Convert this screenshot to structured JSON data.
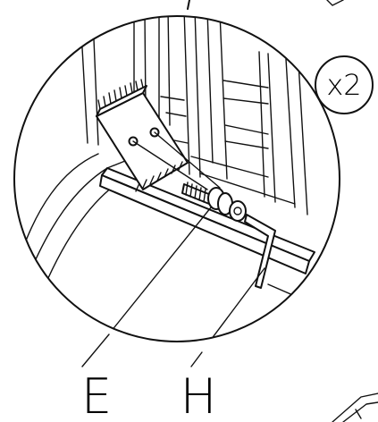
{
  "quantity_badge": {
    "text": "x2"
  },
  "part_labels": [
    {
      "id": "E",
      "text": "E"
    },
    {
      "id": "H",
      "text": "H"
    }
  ]
}
